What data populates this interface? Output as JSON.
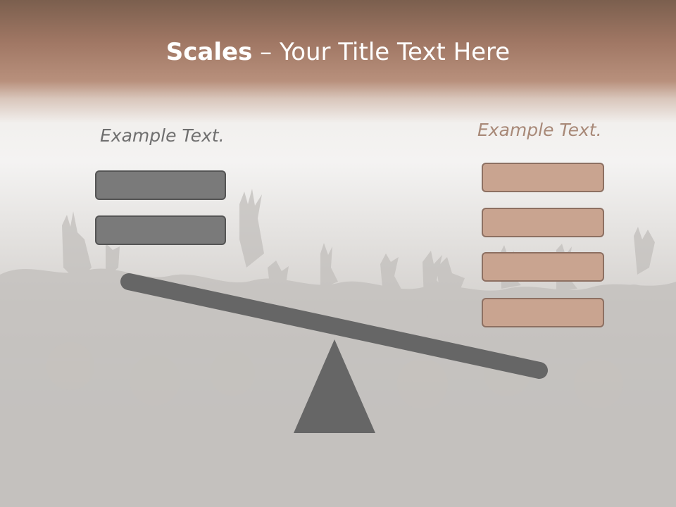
{
  "slide": {
    "title_strong": "Scales",
    "title_rest": " – Your Title Text Here"
  },
  "left_panel": {
    "label": "Example Text.",
    "color": "#7a7a7a",
    "box_count": 2
  },
  "right_panel": {
    "label": "Example Text.",
    "color": "#c9a490",
    "box_count": 4
  },
  "colors": {
    "header_band": "#a07764",
    "beam": "#666666"
  }
}
